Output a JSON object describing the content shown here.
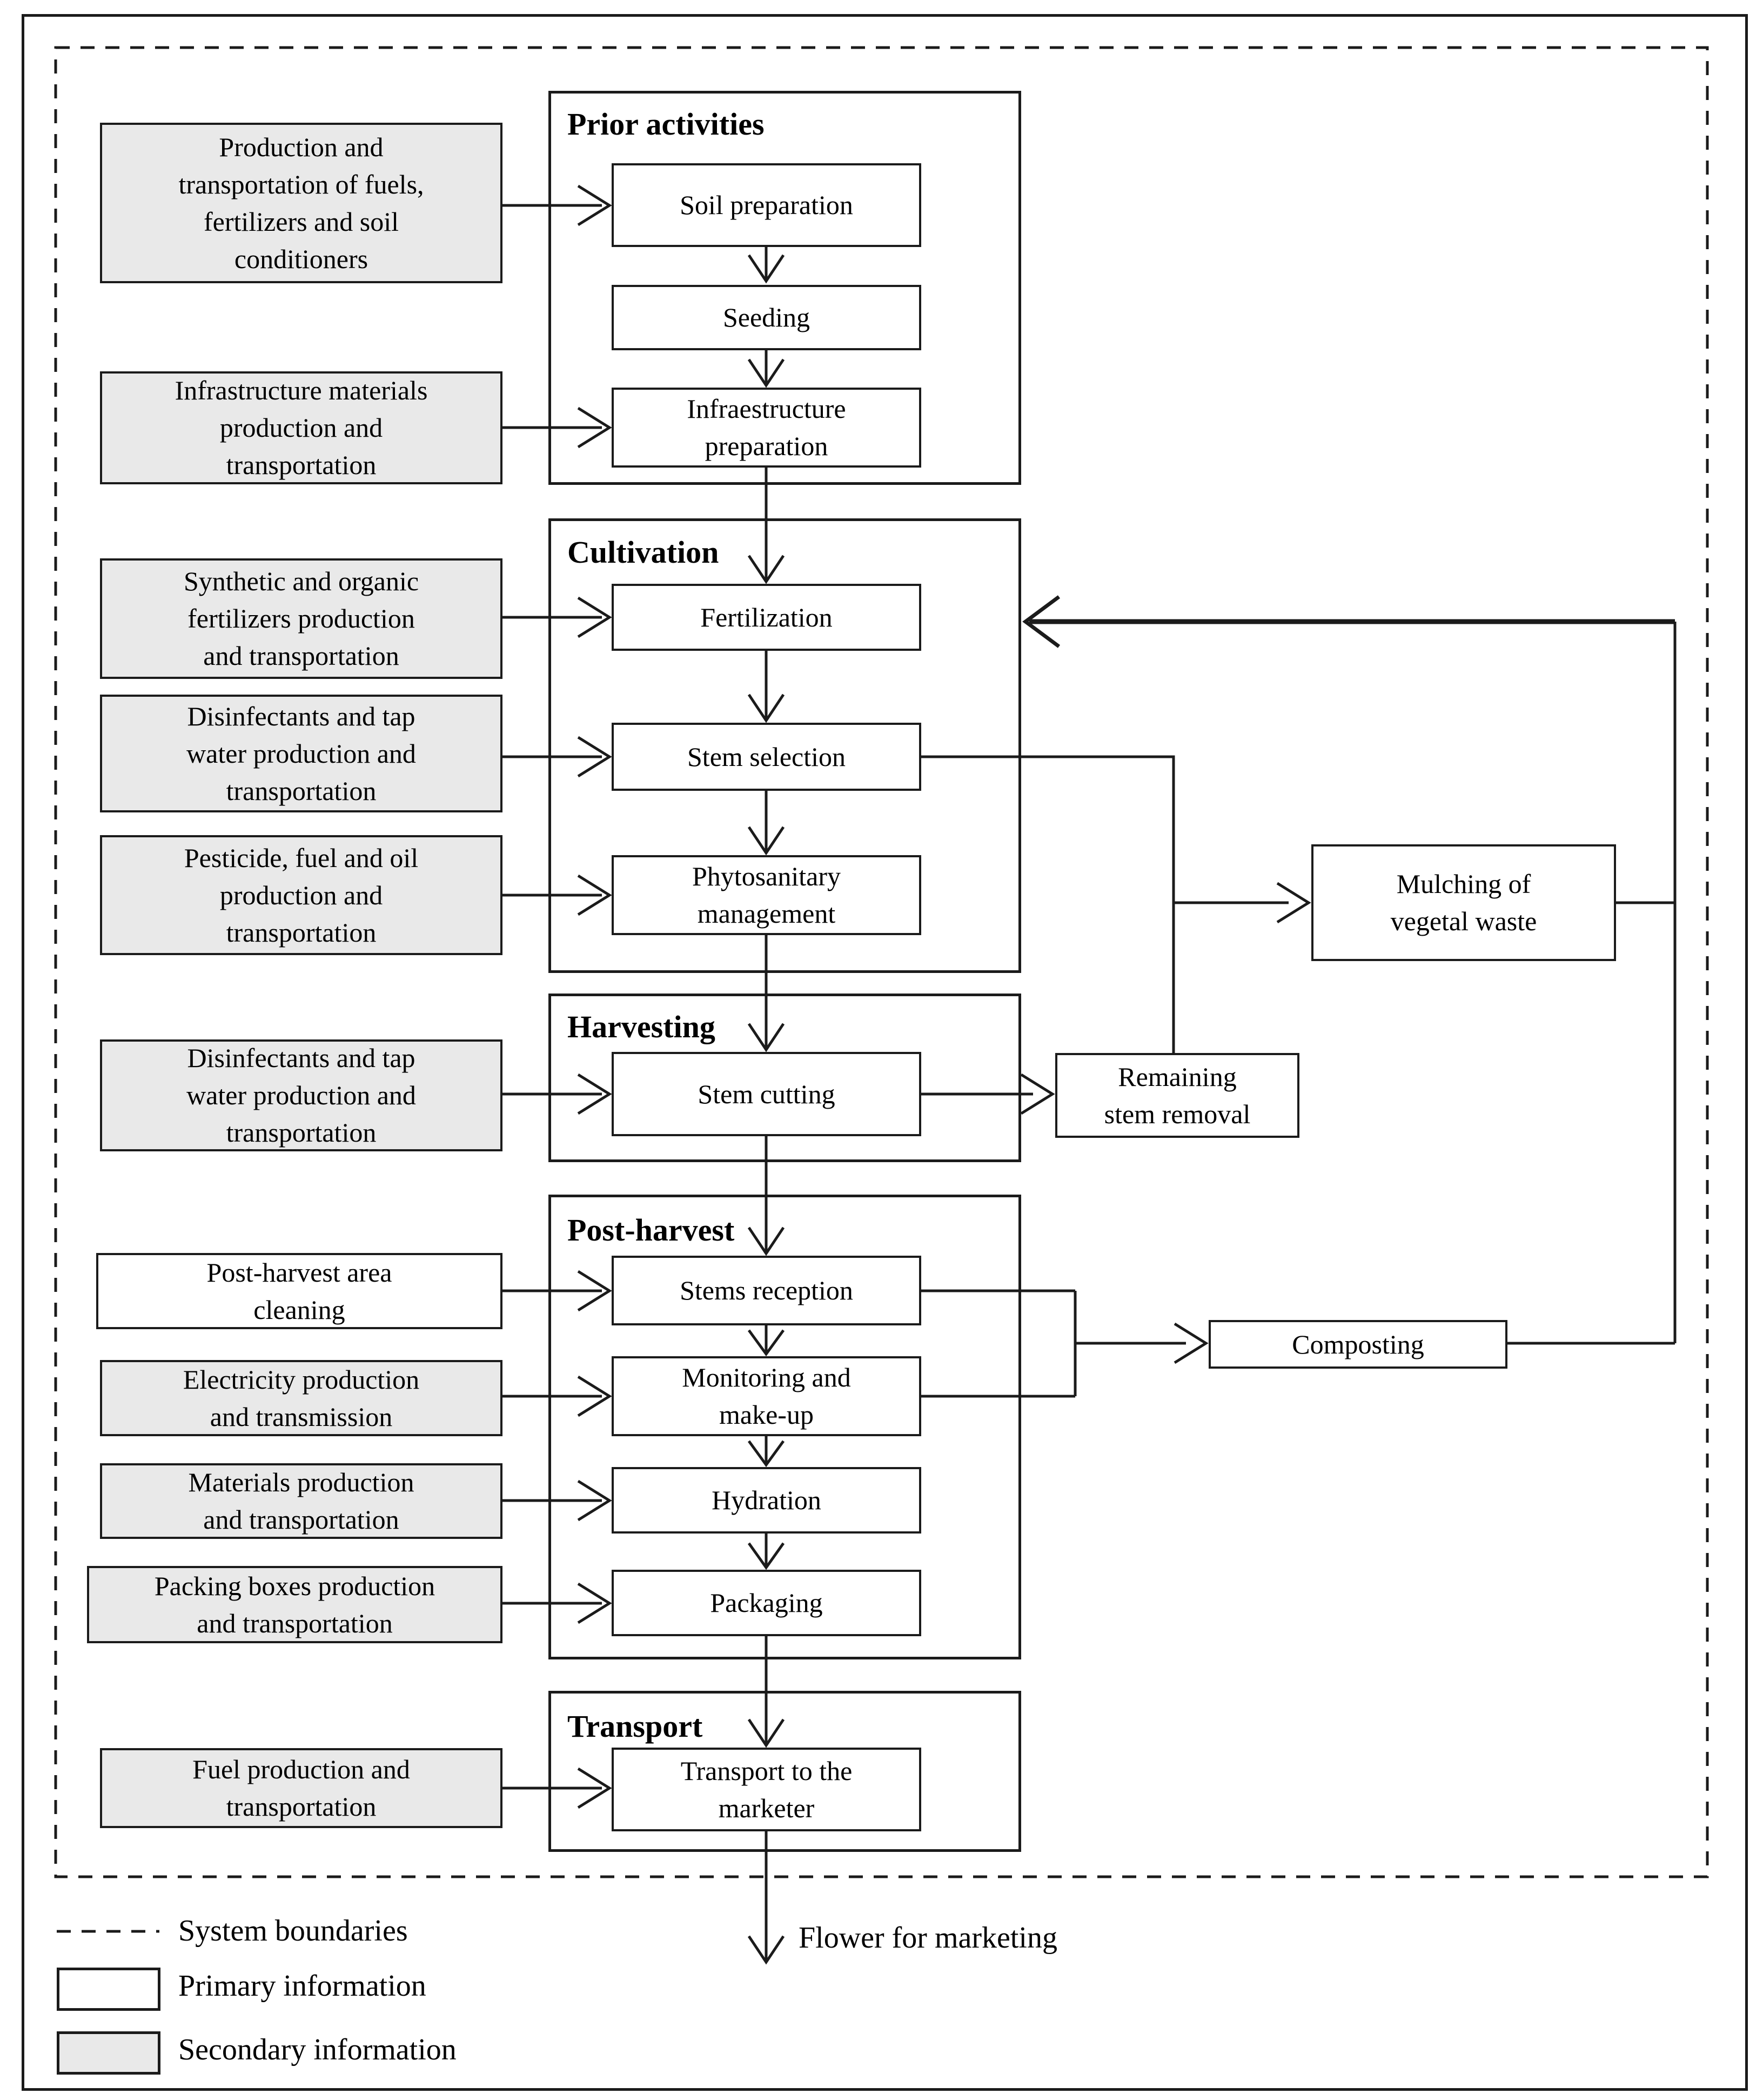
{
  "diagram": {
    "sources": [
      {
        "type": "secondary",
        "text": "Production and\ntransportation of fuels,\nfertilizers and soil\nconditioners"
      },
      {
        "type": "secondary",
        "text": "Infrastructure materials\nproduction and\ntransportation"
      },
      {
        "type": "secondary",
        "text": "Synthetic and organic\nfertilizers production\nand transportation"
      },
      {
        "type": "secondary",
        "text": "Disinfectants and tap\nwater production and\ntransportation"
      },
      {
        "type": "secondary",
        "text": "Pesticide, fuel and oil\nproduction and\ntransportation"
      },
      {
        "type": "secondary",
        "text": "Disinfectants and tap\nwater production and\ntransportation"
      },
      {
        "type": "primary",
        "text": "Post-harvest area\ncleaning"
      },
      {
        "type": "secondary",
        "text": "Electricity production\nand transmission"
      },
      {
        "type": "secondary",
        "text": "Materials production\nand transportation"
      },
      {
        "type": "secondary",
        "text": "Packing boxes production\nand transportation"
      },
      {
        "type": "secondary",
        "text": "Fuel production and\ntransportation"
      }
    ],
    "stages": [
      {
        "label": "Prior activities",
        "processes": [
          "Soil preparation",
          "Seeding",
          "Infraestructure\npreparation"
        ]
      },
      {
        "label": "Cultivation",
        "processes": [
          "Fertilization",
          "Stem selection",
          "Phytosanitary\nmanagement"
        ]
      },
      {
        "label": "Harvesting",
        "processes": [
          "Stem cutting"
        ]
      },
      {
        "label": "Post-harvest",
        "processes": [
          "Stems reception",
          "Monitoring and\nmake-up",
          "Hydration",
          "Packaging"
        ]
      },
      {
        "label": "Transport",
        "processes": [
          "Transport to the\nmarketer"
        ]
      }
    ],
    "waste": {
      "mulching": "Mulching of\nvegetal waste",
      "remaining_stem_removal": "Remaining\nstem removal",
      "composting": "Composting"
    },
    "output_label": "Flower for marketing",
    "legend": [
      {
        "swatch": "dashed",
        "label": "System boundaries"
      },
      {
        "swatch": "primary",
        "label": "Primary information"
      },
      {
        "swatch": "secondary",
        "label": "Secondary information"
      }
    ],
    "colors": {
      "secondary_fill": "#e9e9e9",
      "primary_fill": "#ffffff",
      "line": "#1b1b1b"
    }
  }
}
